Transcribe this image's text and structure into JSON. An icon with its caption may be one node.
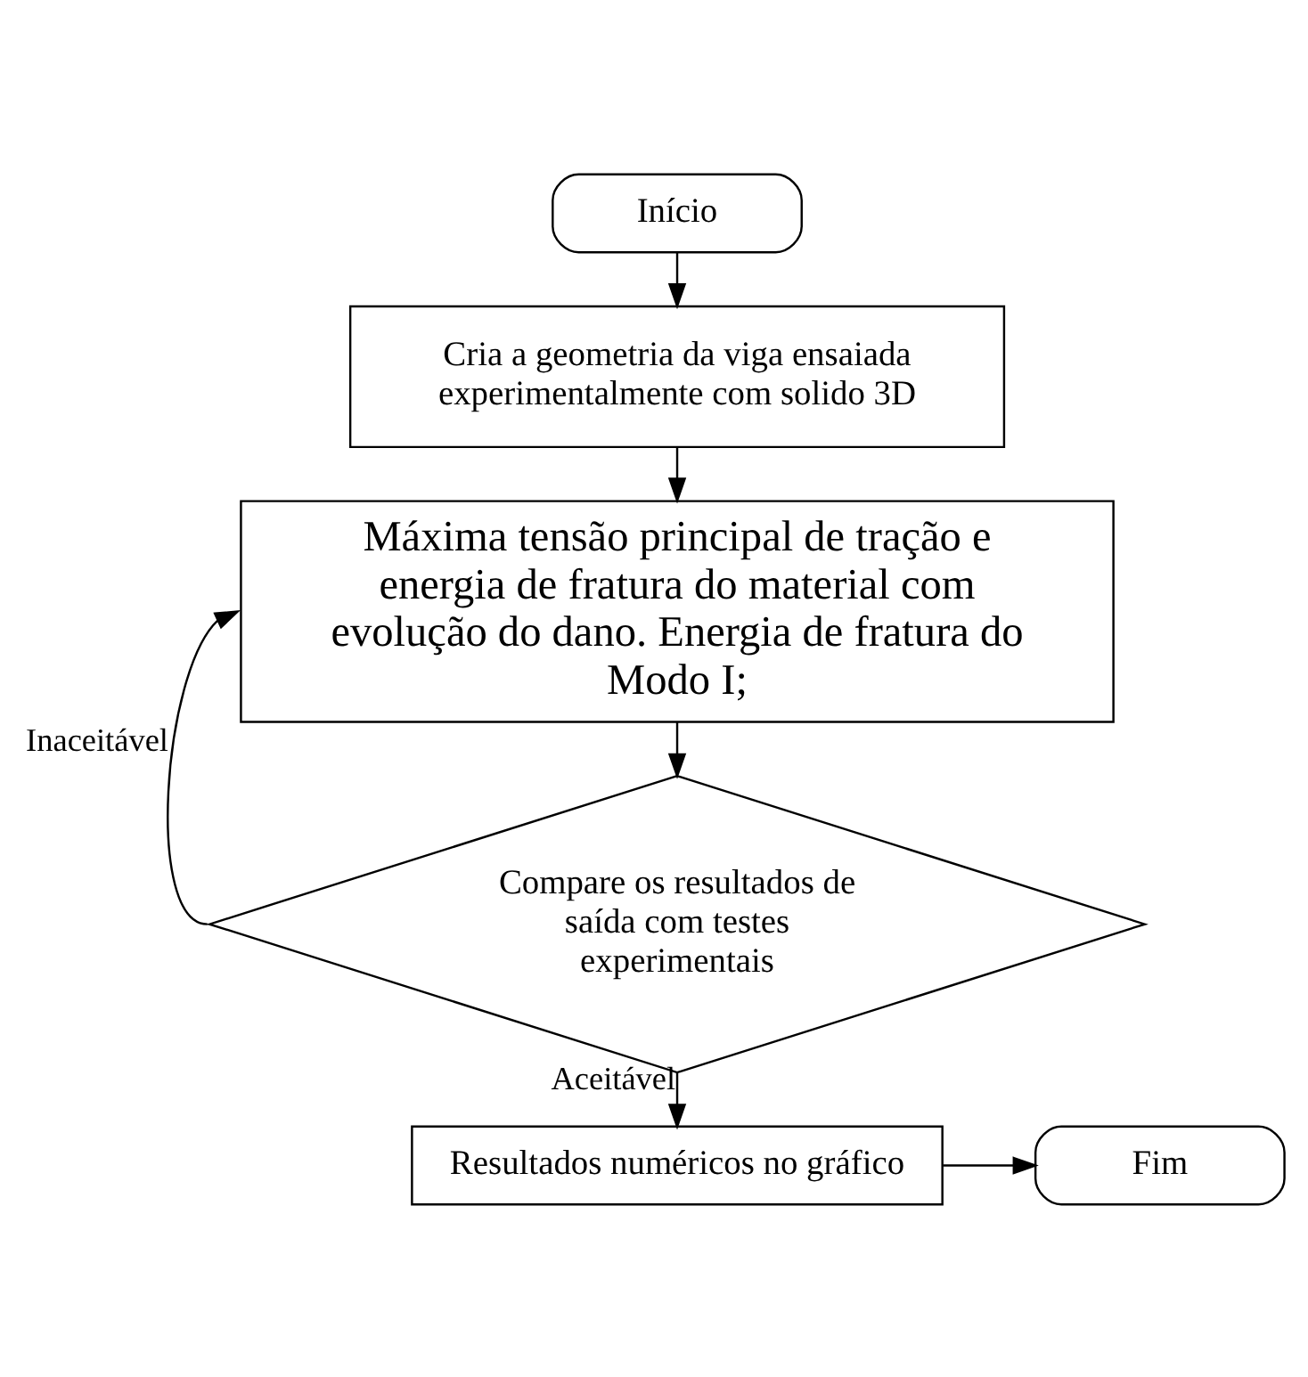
{
  "diagram": {
    "nodes": [
      {
        "text": [
          "Início"
        ]
      },
      {
        "text": [
          "Cria a geometria da viga ensaiada experimentalmente com solido 3D"
        ]
      },
      {
        "text": [
          "Máxima tensão principal de tração e energia de fratura do material com evolução do dano. Energia de fratura do Modo I;"
        ]
      },
      {
        "text": [
          "Compare os resultados de saída com testes experimentais"
        ]
      },
      {
        "text": [
          "Resultados numéricos no gráfico"
        ]
      },
      {
        "text": [
          "Fim"
        ]
      }
    ],
    "edges": [
      {
        "from": 0,
        "to": 1,
        "arrow": "to"
      },
      {
        "from": 1,
        "to": 2,
        "arrow": "to"
      },
      {
        "from": 2,
        "to": 3,
        "arrow": "to"
      },
      {
        "from": 3,
        "to": 2,
        "arrow": "to",
        "label": "Inaceitável"
      },
      {
        "from": 3,
        "to": 4,
        "arrow": "to",
        "label": "Aceitável"
      },
      {
        "from": 4,
        "to": 5,
        "arrow": "to"
      }
    ]
  }
}
